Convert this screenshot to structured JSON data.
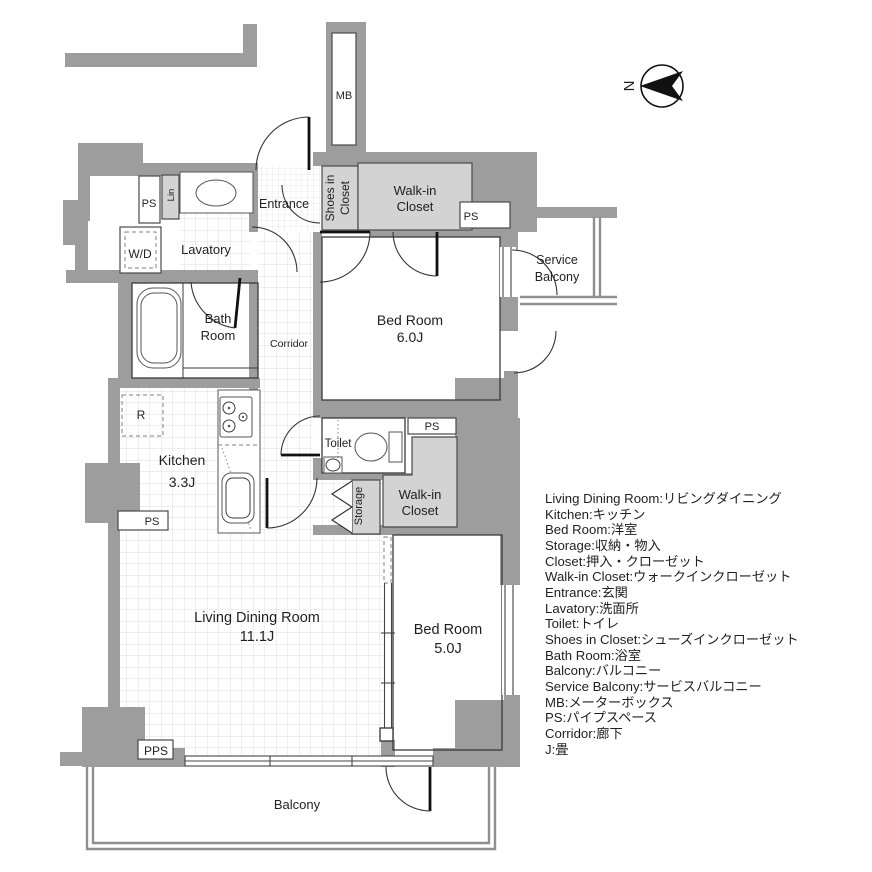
{
  "plan": {
    "compass_n": "N",
    "mb": "MB",
    "rooms": {
      "entrance": "Entrance",
      "shoes_in_closet_1": "Shoes in",
      "shoes_in_closet_2": "Closet",
      "walk_in_closet_1": "Walk-in",
      "walk_in_closet_2": "Closet",
      "lavatory": "Lavatory",
      "bath_1": "Bath",
      "bath_2": "Room",
      "corridor": "Corridor",
      "bedroom6_1": "Bed Room",
      "bedroom6_2": "6.0J",
      "service_balcony_1": "Service",
      "service_balcony_2": "Balcony",
      "kitchen_1": "Kitchen",
      "kitchen_2": "3.3J",
      "toilet": "Toilet",
      "storage": "Storage",
      "ldr_1": "Living Dining Room",
      "ldr_2": "11.1J",
      "bedroom5_1": "Bed Room",
      "bedroom5_2": "5.0J",
      "balcony": "Balcony"
    },
    "labels": {
      "ps": "PS",
      "pps": "PPS",
      "lin": "Lin",
      "wd": "W/D",
      "r": "R"
    },
    "colors": {
      "wall": "#9d9d9d",
      "closet_fill": "#d3d3d3",
      "line": "#3a3a3a",
      "tile_line": "#dedede"
    }
  },
  "legend": {
    "lines": [
      "Living Dining Room:リビングダイニング",
      "Kitchen:キッチン",
      "Bed Room:洋室",
      "Storage:収納・物入",
      "Closet:押入・クローゼット",
      "Walk-in Closet:ウォークインクローゼット",
      "Entrance:玄関",
      "Lavatory:洗面所",
      "Toilet:トイレ",
      "Shoes in Closet:シューズインクローゼット",
      "Bath Room:浴室",
      "Balcony:バルコニー",
      "Service Balcony:サービスバルコニー",
      "MB:メーターボックス",
      "PS:パイプスペース",
      "Corridor:廊下",
      "J:畳"
    ]
  }
}
